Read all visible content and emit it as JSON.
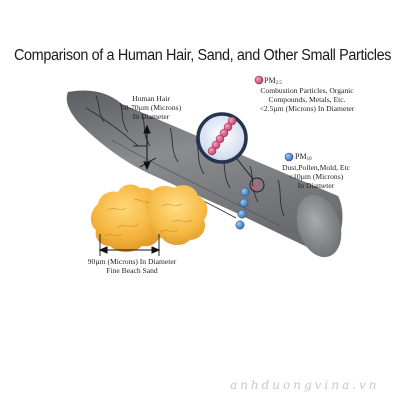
{
  "title": "Comparison of a Human Hair, Sand, and Other Small Particles",
  "hair": {
    "line1": "Human Hair",
    "line2": "50-70µm (Microns)",
    "line3": "In Diameter"
  },
  "pm25": {
    "name": "PM",
    "sub": "2.5",
    "line1": "Combustion Particles, Organic",
    "line2": "Compounds, Metals, Etc.",
    "line3": "<2.5µm (Microns) In Diameter"
  },
  "pm10": {
    "name": "PM",
    "sub": "10",
    "line1": "Dust,Pollen,Mold, Etc",
    "line2": "<10µm (Microns)",
    "line3": "In Diameter"
  },
  "sand": {
    "line1": "90µm (Microns) In Diameter",
    "line2": "Fine Beach Sand"
  },
  "watermark": "anhduongvina.vn",
  "colors": {
    "hair": "#7a7b7e",
    "sand": "#f5b43a",
    "pm25": "#d9577c",
    "pm10": "#4f93d3",
    "magnifier": "#27324f"
  }
}
